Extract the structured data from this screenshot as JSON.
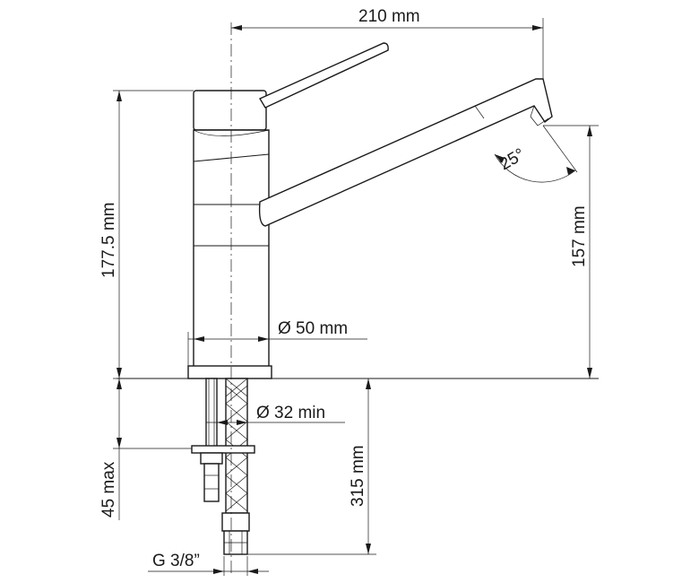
{
  "dimensions": {
    "spout_reach": "210 mm",
    "total_height": "177.5 mm",
    "spout_height": "157 mm",
    "body_diameter": "Ø 50 mm",
    "hole_diameter": "Ø 32 min",
    "below_counter": "315 mm",
    "max_thickness": "45 max",
    "connection": "G 3/8”",
    "swivel_angle": "25°"
  }
}
